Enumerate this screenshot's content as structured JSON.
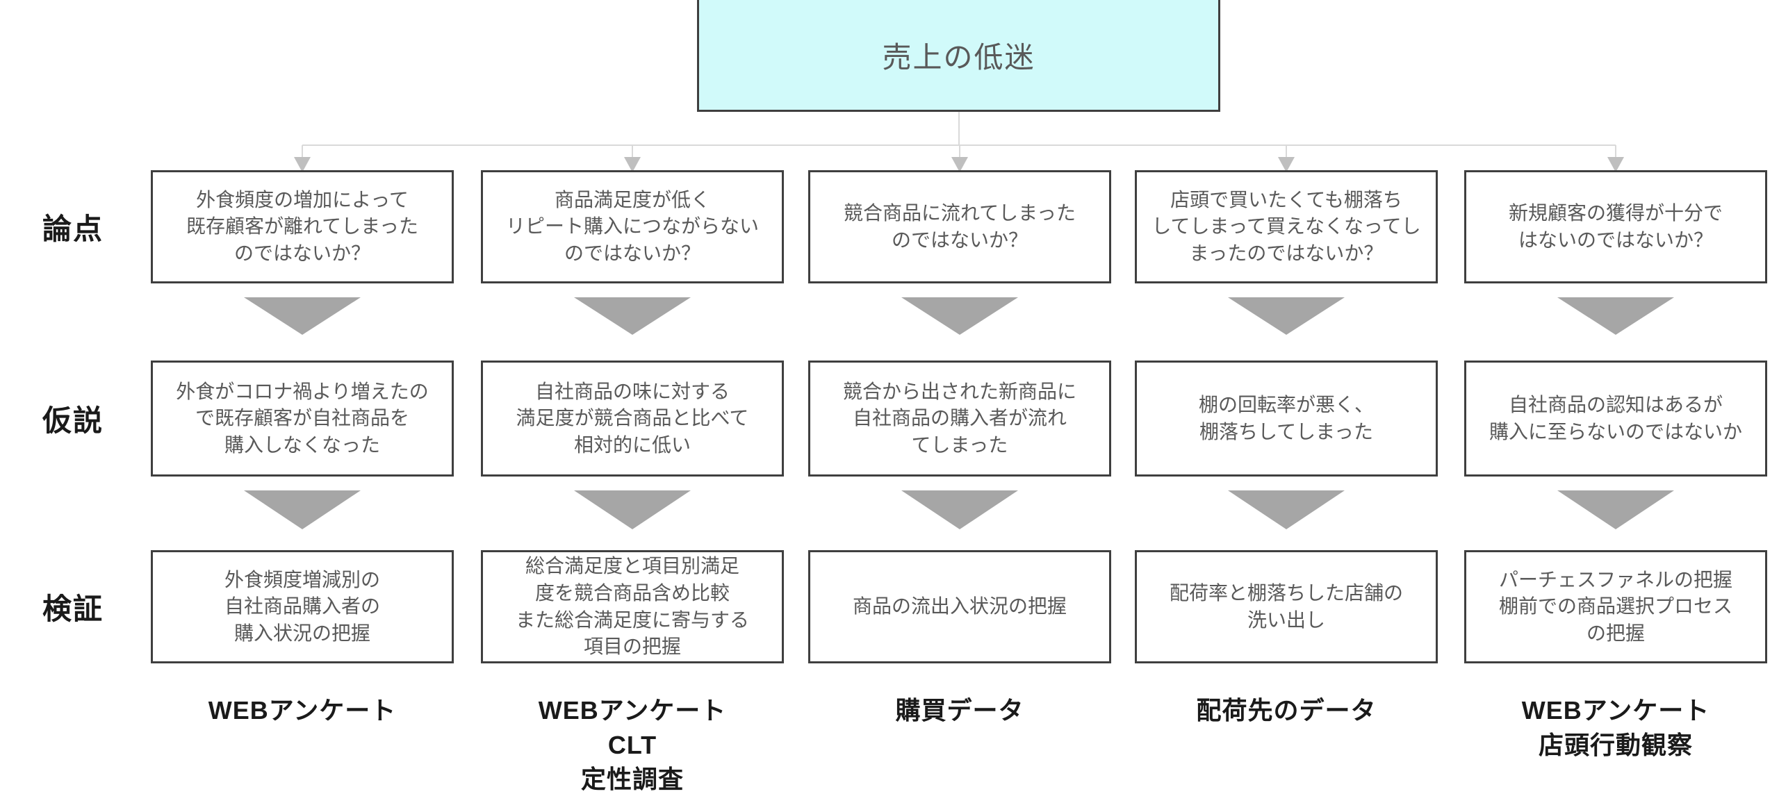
{
  "title_box": {
    "label": "売上の低迷"
  },
  "rows": [
    {
      "id": "issue",
      "label": "論点"
    },
    {
      "id": "hypothesis",
      "label": "仮説"
    },
    {
      "id": "verification",
      "label": "検証"
    }
  ],
  "columns": [
    {
      "issue": "外食頻度の増加によって\n既存顧客が離れてしまった\nのではないか？",
      "hypothesis": "外食がコロナ禍より増えたの\nで既存顧客が自社商品を\n購入しなくなった",
      "verification": "外食頻度増減別の\n自社商品購入者の\n購入状況の把握",
      "method": "WEBアンケート"
    },
    {
      "issue": "商品満足度が低く\nリピート購入につながらない\nのではないか？",
      "hypothesis": "自社商品の味に対する\n満足度が競合商品と比べて\n相対的に低い",
      "verification": "総合満足度と項目別満足\n度を競合商品含め比較\nまた総合満足度に寄与する\n項目の把握",
      "method": "WEBアンケート\nCLT\n定性調査"
    },
    {
      "issue": "競合商品に流れてしまった\nのではないか？",
      "hypothesis": "競合から出された新商品に\n自社商品の購入者が流れ\nてしまった",
      "verification": "商品の流出入状況の把握",
      "method": "購買データ"
    },
    {
      "issue": "店頭で買いたくても棚落ち\nしてしまって買えなくなってし\nまったのではないか？",
      "hypothesis": "棚の回転率が悪く、\n棚落ちしてしまった",
      "verification": "配荷率と棚落ちした店舗の\n洗い出し",
      "method": "配荷先のデータ"
    },
    {
      "issue": "新規顧客の獲得が十分で\nはないのではないか？",
      "hypothesis": "自社商品の認知はあるが\n購入に至らないのではないか",
      "verification": "パーチェスファネルの把握\n棚前での商品選択プロセス\nの把握",
      "method": "WEBアンケート\n店頭行動観察"
    }
  ],
  "colors": {
    "title_box_fill": "#D1FAFA",
    "box_border": "#3F3F3F",
    "box_text": "#595959",
    "triangle": "#A6A6A6",
    "connector_line": "#D9D9D9",
    "connector_arrow": "#BFBFBF",
    "label_text": "#1A1A1A"
  }
}
